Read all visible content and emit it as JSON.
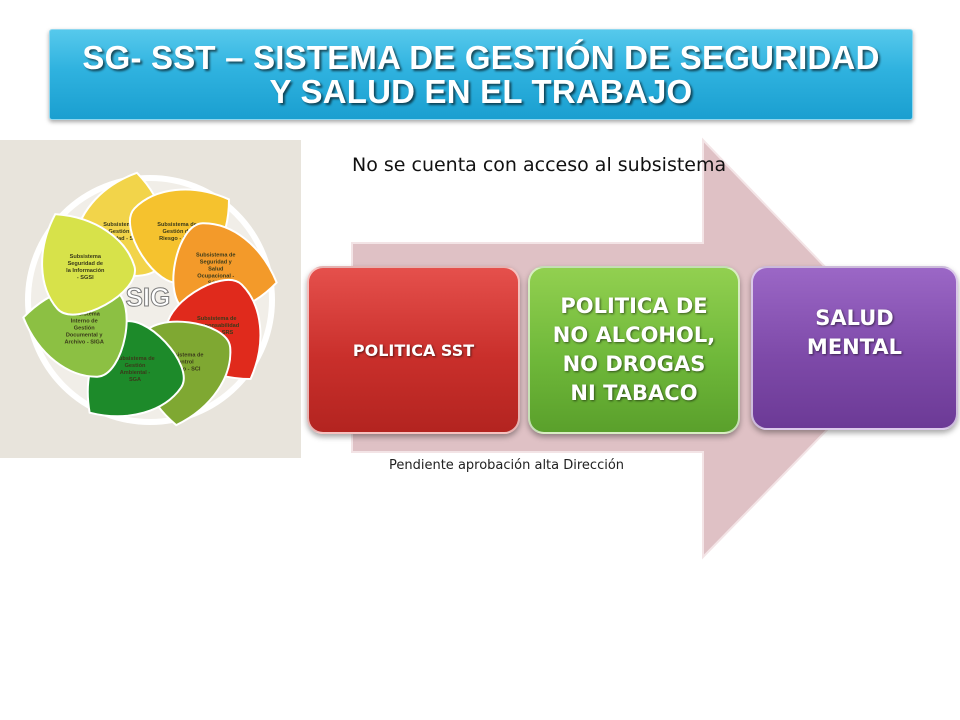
{
  "header": {
    "title": "SG- SST – SISTEMA DE GESTIÓN DE SEGURIDAD\nY SALUD EN EL TRABAJO"
  },
  "sig_diagram": {
    "center_label": "SIG",
    "petals": [
      {
        "label": "Subsistema de Gestión de Calidad - SGC",
        "color": "#f2d44a"
      },
      {
        "label": "Subsistema de Gestión de Riesgo - SGR",
        "color": "#f5c22e"
      },
      {
        "label": "Subsistema de Seguridad y Salud Ocupacional - S&SO",
        "color": "#f39a2a"
      },
      {
        "label": "Subsistema de Responsabilidad Social - SRS",
        "color": "#e02a1c"
      },
      {
        "label": "Subsistema de Control Interno - SCI",
        "color": "#7fa832"
      },
      {
        "label": "Subsistema de Gestión Ambiental - SGA",
        "color": "#1d8a2a"
      },
      {
        "label": "Subsistema Interno de Gestión Documental y Archivo - SIGA",
        "color": "#8cc043"
      },
      {
        "label": "Subsistema Seguridad de la Información - SGSI",
        "color": "#d7e24a"
      }
    ]
  },
  "notes": {
    "top": "No se cuenta con acceso al subsistema",
    "bottom": "Pendiente aprobación alta Dirección"
  },
  "boxes": [
    {
      "label": "POLITICA SST",
      "color": "#c92f2b"
    },
    {
      "label": "POLITICA DE\nNO ALCOHOL,\nNO DROGAS\nNI TABACO",
      "color": "#6fb83a"
    },
    {
      "label": "SALUD\nMENTAL",
      "color": "#7e4aa9"
    }
  ],
  "colors": {
    "banner": "#2fb2df",
    "arrow": "#dfc1c5"
  }
}
